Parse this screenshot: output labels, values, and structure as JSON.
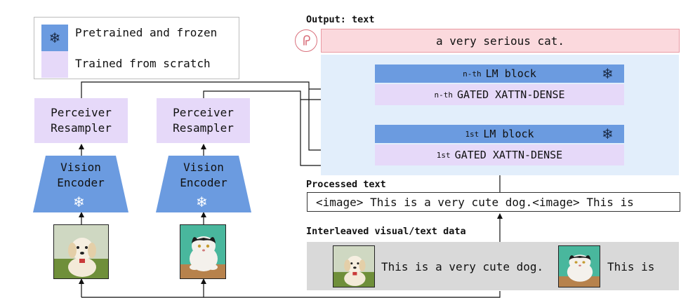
{
  "legend": {
    "pretrained_label": "Pretrained and frozen",
    "trained_label": "Trained from scratch"
  },
  "encoders": {
    "resampler_line1": "Perceiver",
    "resampler_line2": "Resampler",
    "encoder_line1": "Vision",
    "encoder_line2": "Encoder"
  },
  "lm_stack": {
    "nth_prefix": "n-th",
    "lm_block": "LM block",
    "gated_xattn": "GATED XATTN-DENSE",
    "first_prefix": "1st"
  },
  "output": {
    "heading": "Output: text",
    "text": "a very serious cat."
  },
  "processed": {
    "heading": "Processed text",
    "text": "<image> This is a very cute dog.<image> This is"
  },
  "interleaved": {
    "heading": "Interleaved visual/text data",
    "text1": "This is a very cute dog.",
    "text2": "This is"
  },
  "colors": {
    "frozen": "#6b9be0",
    "trained": "#e6d9f9",
    "output_fill": "#fbd9dd",
    "lm_background": "#e2eefb",
    "interleaved_fill": "#d9d9d9"
  },
  "icons": [
    "snowflake-icon",
    "flamingo-logo-icon",
    "dog-photo",
    "cat-photo"
  ]
}
